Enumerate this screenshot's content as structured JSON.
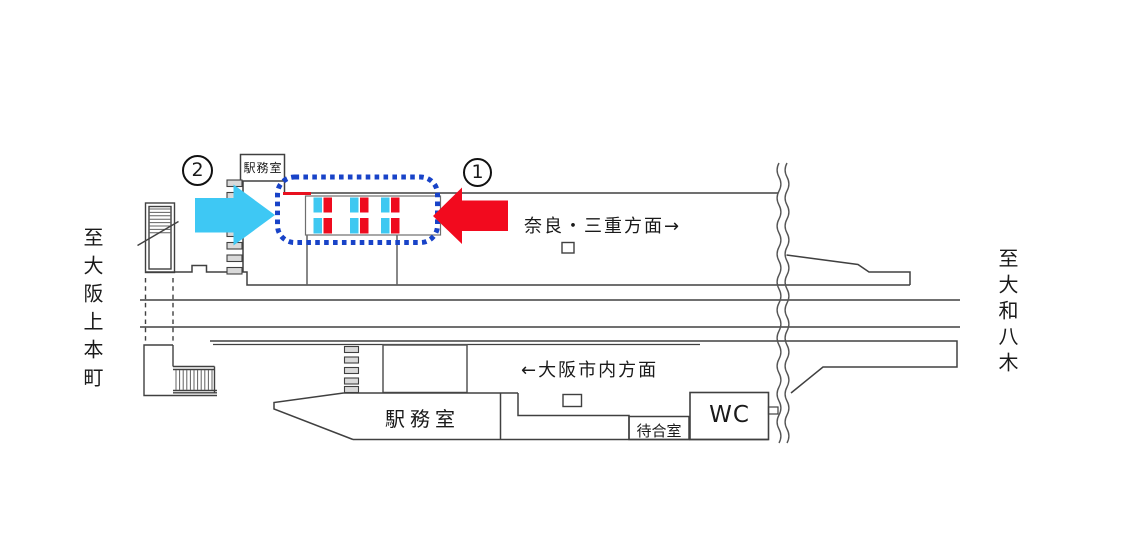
{
  "diagram": {
    "left_caption": "至大阪上本町",
    "right_caption": "至大和八木",
    "upper_platform": {
      "office_label": "駅務室",
      "direction_label": "奈良・三重方面→"
    },
    "lower_platform": {
      "office_label": "駅務室",
      "waiting_room_label": "待合室",
      "wc_label": "WC",
      "direction_label": "←大阪市内方面"
    },
    "markers": {
      "one": "1",
      "two": "2"
    },
    "colors": {
      "arrow_red": "#f20a1e",
      "arrow_cyan": "#3ec8f4",
      "gate_bar_red": "#ee0b1e",
      "gate_bar_cyan": "#3ec8f1",
      "highlight_border_blue": "#1843c8",
      "red_line": "#e8101e",
      "diagram_line": "#404040"
    }
  }
}
